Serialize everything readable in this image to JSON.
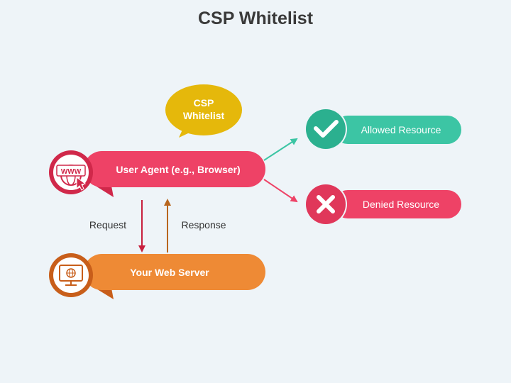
{
  "title": "CSP Whitelist",
  "bubble": {
    "line1": "CSP",
    "line2": "Whitelist",
    "color": "#e5b80b"
  },
  "user_agent": {
    "label": "User Agent (e.g., Browser)",
    "icon_text": "WWW",
    "color": "#ee4266",
    "dark_color": "#d0284a"
  },
  "web_server": {
    "label": "Your Web Server",
    "color": "#ee8a35",
    "dark_color": "#c85e1a"
  },
  "allowed": {
    "label": "Allowed Resource",
    "color": "#3cc5a4",
    "dark_color": "#2bb08f"
  },
  "denied": {
    "label": "Denied Resource",
    "color": "#ee4266",
    "dark_color": "#e0375a"
  },
  "request_label": "Request",
  "response_label": "Response"
}
